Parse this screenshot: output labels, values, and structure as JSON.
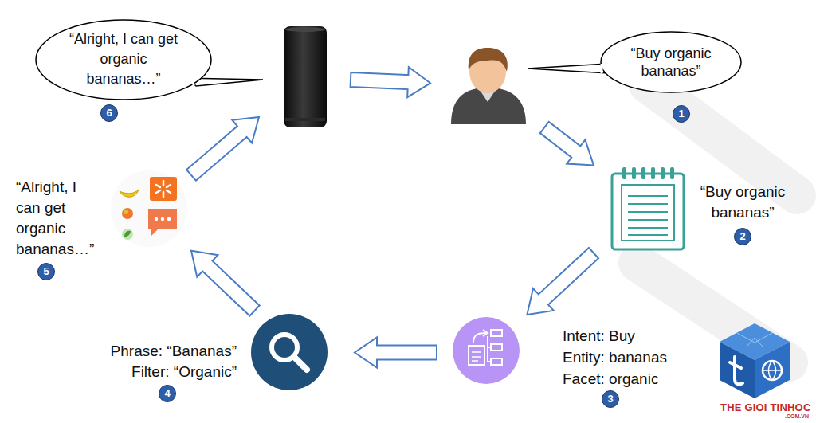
{
  "diagram": {
    "nodes": [
      {
        "text": [
          "“Buy organic bananas”"
        ]
      },
      {
        "text": [
          "“Buy organic bananas”"
        ]
      },
      {
        "text": [
          "Intent: Buy",
          "Entity: bananas",
          "Facet: organic"
        ]
      },
      {
        "text": [
          "Phrase: “Bananas”",
          "Filter: “Organic”"
        ]
      },
      {
        "text": [
          "“Alright, I can get organic bananas…”"
        ]
      },
      {
        "text": [
          "“Alright, I can get organic bananas…”"
        ]
      }
    ],
    "edges": [
      {
        "from": 0,
        "to": 1,
        "arrow": "to"
      },
      {
        "from": 1,
        "to": 2,
        "arrow": "to"
      },
      {
        "from": 2,
        "to": 3,
        "arrow": "to"
      },
      {
        "from": 3,
        "to": 4,
        "arrow": "to"
      },
      {
        "from": 4,
        "to": 5,
        "arrow": "to"
      },
      {
        "from": 5,
        "to": 0,
        "arrow": "to"
      }
    ],
    "labels": [
      "1",
      "2",
      "3",
      "4",
      "5",
      "6",
      "THE GIOI TINHOC",
      ".COM.VN"
    ]
  }
}
